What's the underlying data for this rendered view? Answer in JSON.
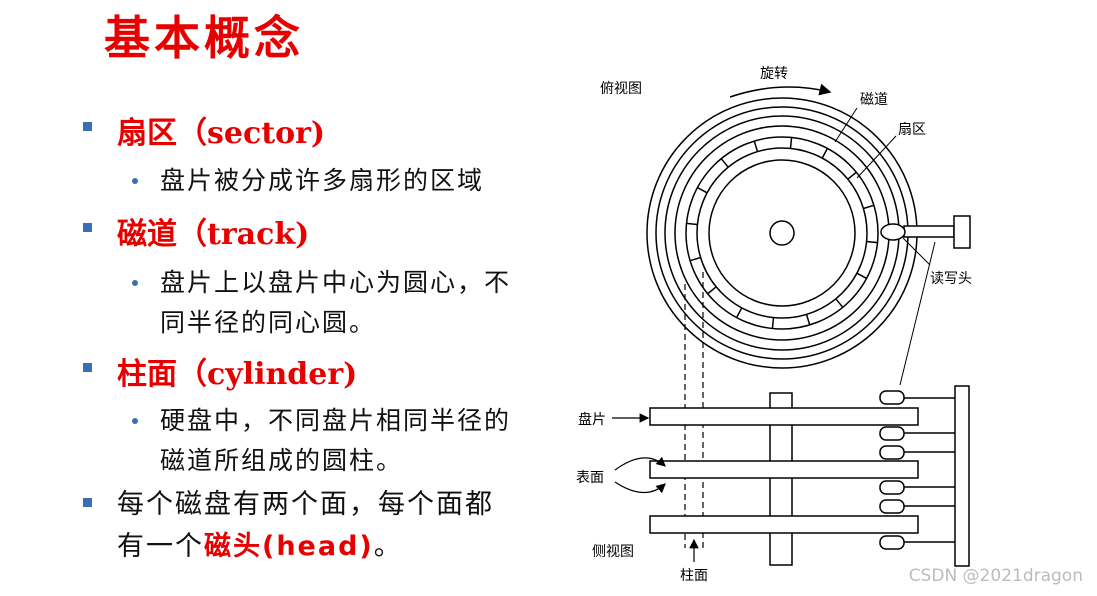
{
  "title": "基本概念",
  "bullets": [
    {
      "heading": "扇区（sector)",
      "desc": [
        "盘片被分成许多扇形的区域"
      ]
    },
    {
      "heading": "磁道（track)",
      "desc": [
        "盘片上以盘片中心为圆心，不",
        "同半径的同心圆。"
      ]
    },
    {
      "heading": "柱面（cylinder)",
      "desc": [
        "硬盘中，不同盘片相同半径的",
        "磁道所组成的圆柱。"
      ]
    }
  ],
  "last_bullet": {
    "line1": "每个磁盘有两个面，每个面都",
    "line2_prefix": "有一个",
    "line2_red": "磁头(head)",
    "line2_suffix": "。"
  },
  "diagram": {
    "top_view": "俯视图",
    "rotation": "旋转",
    "track": "磁道",
    "sector": "扇区",
    "read_write_head": "读写头",
    "platter": "盘片",
    "surface": "表面",
    "side_view": "侧视图",
    "cylinder": "柱面"
  },
  "watermark": "CSDN @2021dragon",
  "colors": {
    "accent_red": "#e60000",
    "bullet_blue": "#3b6fb5"
  }
}
